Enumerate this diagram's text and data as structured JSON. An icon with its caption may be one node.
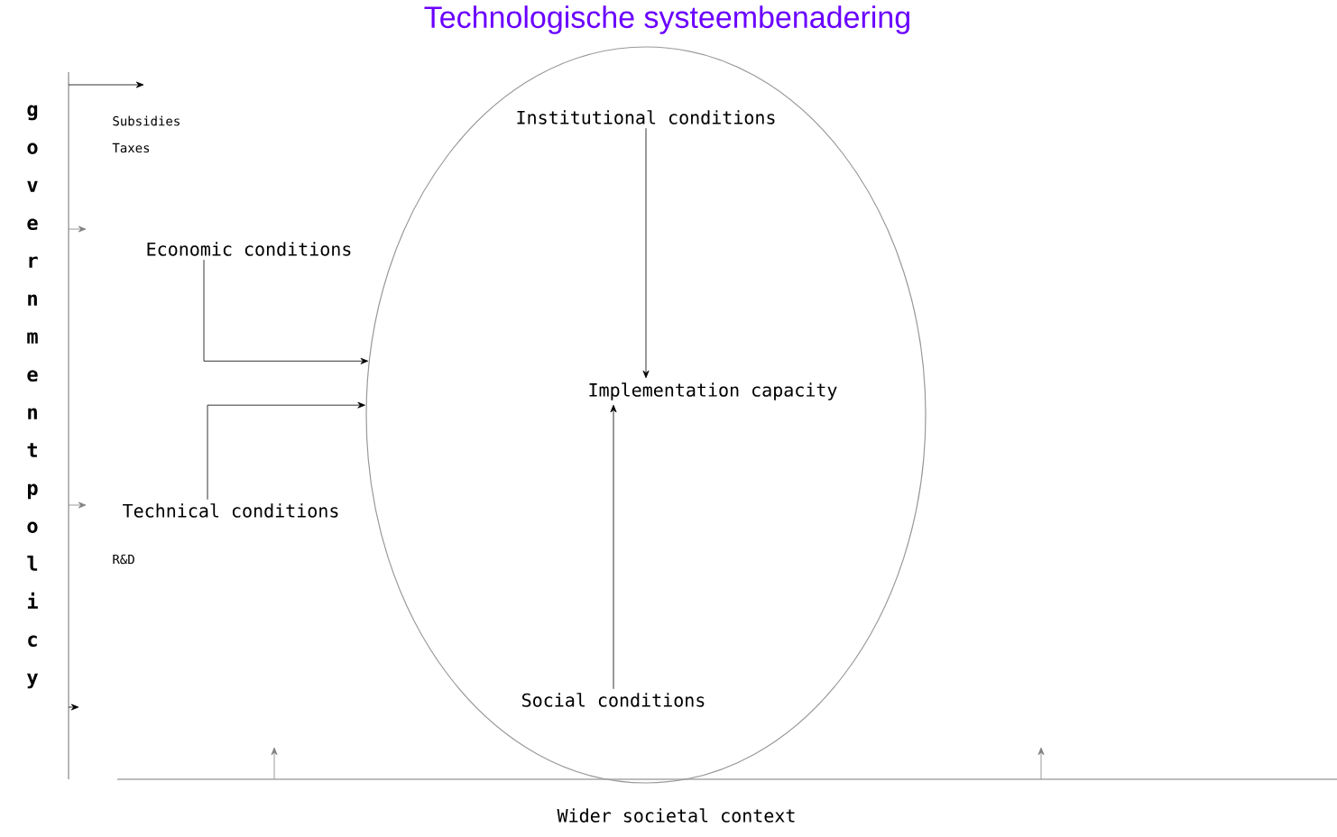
{
  "diagram": {
    "title": "Technologische systeembenadering",
    "nodes": [
      {
        "text": [],
        "shape": "ellipse"
      },
      {
        "text": [
          "Institutional conditions"
        ],
        "in": 0
      },
      {
        "text": [
          "Economic conditions"
        ]
      },
      {
        "text": [
          "Implementation capacity"
        ],
        "in": 0
      },
      {
        "text": [
          "Technical conditions"
        ]
      },
      {
        "text": [
          "Social conditions"
        ],
        "in": 0
      }
    ],
    "edges": [
      {
        "from": 1,
        "to": 3,
        "arrow": "to"
      },
      {
        "from": 5,
        "to": 3,
        "arrow": "to"
      },
      {
        "from": 2,
        "to": 0,
        "arrow": "to"
      },
      {
        "from": 4,
        "to": 0,
        "arrow": "to"
      }
    ],
    "labels": [
      "government policy",
      "Subsidies",
      "Taxes",
      "R&D",
      "Wider societal context"
    ]
  }
}
